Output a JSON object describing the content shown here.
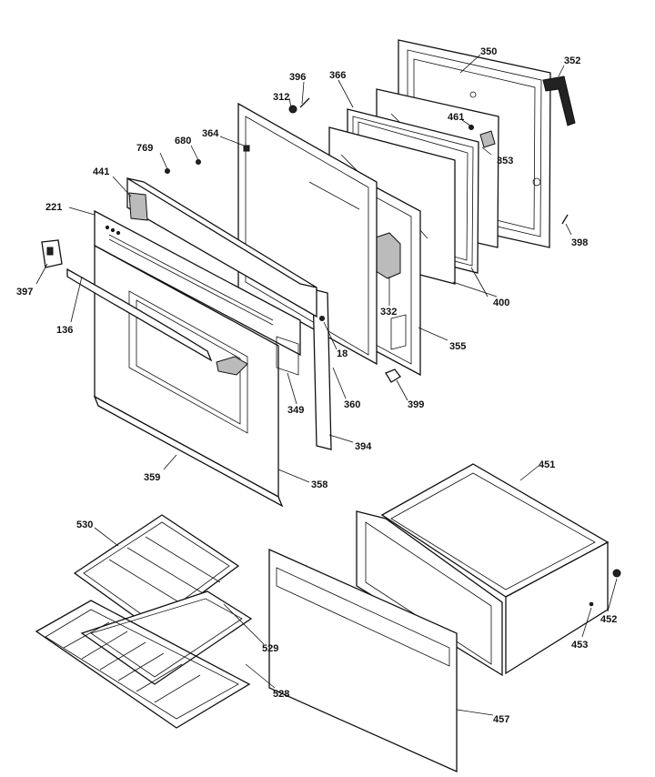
{
  "diagram": {
    "labels": [
      {
        "id": "p350",
        "text": "350"
      },
      {
        "id": "p352",
        "text": "352"
      },
      {
        "id": "p396",
        "text": "396"
      },
      {
        "id": "p366",
        "text": "366"
      },
      {
        "id": "p312",
        "text": "312"
      },
      {
        "id": "p461",
        "text": "461"
      },
      {
        "id": "p364",
        "text": "364"
      },
      {
        "id": "p680",
        "text": "680"
      },
      {
        "id": "p769",
        "text": "769"
      },
      {
        "id": "p353",
        "text": "353"
      },
      {
        "id": "p441",
        "text": "441"
      },
      {
        "id": "p221",
        "text": "221"
      },
      {
        "id": "p398",
        "text": "398"
      },
      {
        "id": "p397",
        "text": "397"
      },
      {
        "id": "p400",
        "text": "400"
      },
      {
        "id": "p332",
        "text": "332"
      },
      {
        "id": "p136",
        "text": "136"
      },
      {
        "id": "p355",
        "text": "355"
      },
      {
        "id": "p18",
        "text": "18"
      },
      {
        "id": "p349",
        "text": "349"
      },
      {
        "id": "p360",
        "text": "360"
      },
      {
        "id": "p399",
        "text": "399"
      },
      {
        "id": "p394",
        "text": "394"
      },
      {
        "id": "p451",
        "text": "451"
      },
      {
        "id": "p359",
        "text": "359"
      },
      {
        "id": "p358",
        "text": "358"
      },
      {
        "id": "p530",
        "text": "530"
      },
      {
        "id": "p452",
        "text": "452"
      },
      {
        "id": "p453",
        "text": "453"
      },
      {
        "id": "p529",
        "text": "529"
      },
      {
        "id": "p528",
        "text": "528"
      },
      {
        "id": "p457",
        "text": "457"
      }
    ]
  }
}
